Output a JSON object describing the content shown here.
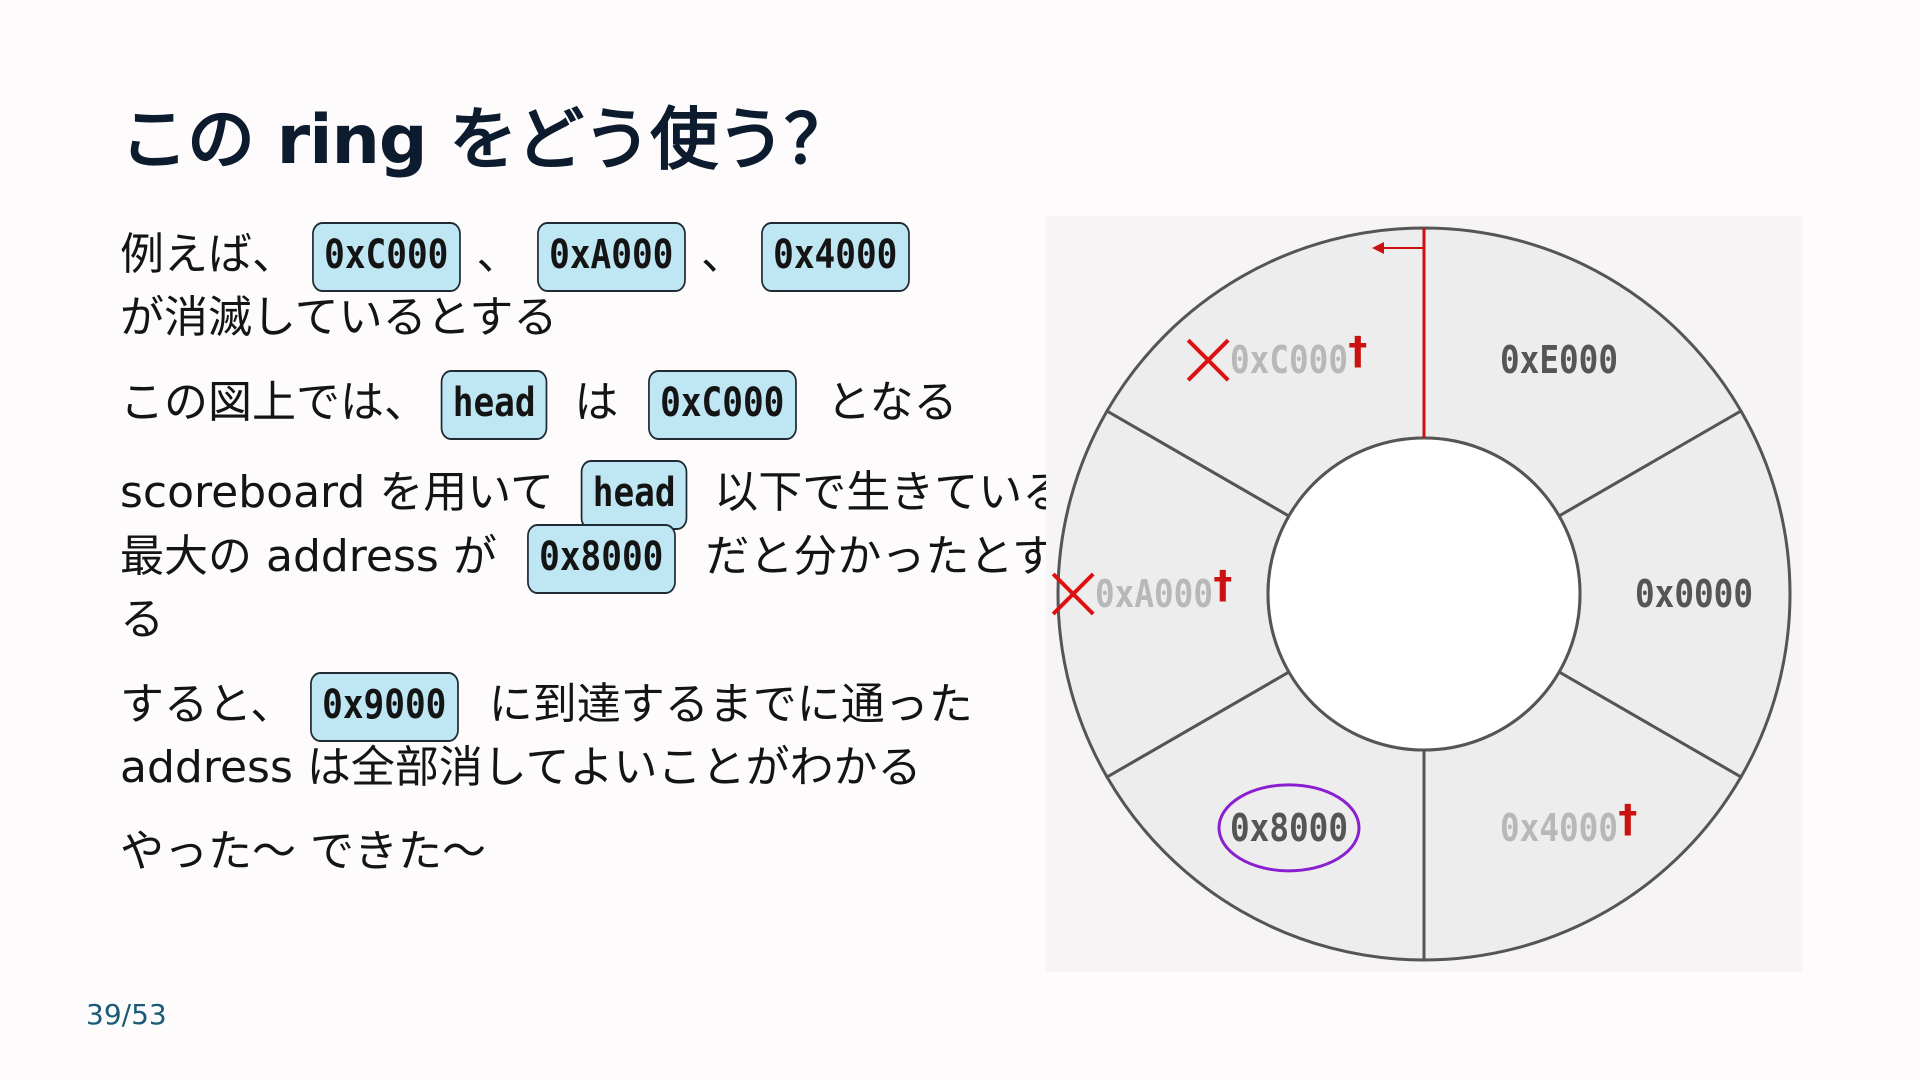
{
  "slide": {
    "title": "この ring をどう使う？",
    "page_number": "39/53"
  },
  "paragraphs": {
    "p1": {
      "prefix": "例えば、",
      "code1": "0xC000",
      "sep1": "、",
      "code2": "0xA000",
      "sep2": "、",
      "code3": "0x4000",
      "line2": "が消滅しているとする"
    },
    "p2": {
      "prefix": "この図上では、",
      "code1": "head",
      "mid": " は ",
      "code2": "0xC000",
      "suffix": " となる"
    },
    "p3": {
      "prefix": "scoreboard を用いて ",
      "code1": "head",
      "suffix": " 以下で生きている",
      "line2_prefix": "最大の address が ",
      "code2": "0x8000",
      "line2_suffix": " だと分かったとす",
      "line3": "る"
    },
    "p4": {
      "prefix": "すると、",
      "code1": "0x9000",
      "suffix": " に到達するまでに通った",
      "line2": "address は全部消してよいことがわかる"
    },
    "p5": {
      "text": "やった〜 できた〜"
    }
  },
  "ring": {
    "segments": [
      {
        "label": "0xE000",
        "status": "alive"
      },
      {
        "label": "0x0000",
        "status": "alive"
      },
      {
        "label": "0x4000",
        "status": "dead",
        "dagger": "†"
      },
      {
        "label": "0x8000",
        "status": "alive",
        "highlighted": true
      },
      {
        "label": "0xA000",
        "status": "dead",
        "dagger": "†",
        "crossed": true
      },
      {
        "label": "0xC000",
        "status": "dead",
        "dagger": "†",
        "crossed": true
      }
    ],
    "head_pointer": "head",
    "colors": {
      "segment_fill": "#ededed",
      "segment_stroke": "#555555",
      "alive_text": "#555555",
      "dead_text": "#b8b8b8",
      "dagger": "#cc1111",
      "cross": "#dd1111",
      "head_marker": "#cc1111",
      "highlight_circle": "#8a1fd0"
    }
  }
}
